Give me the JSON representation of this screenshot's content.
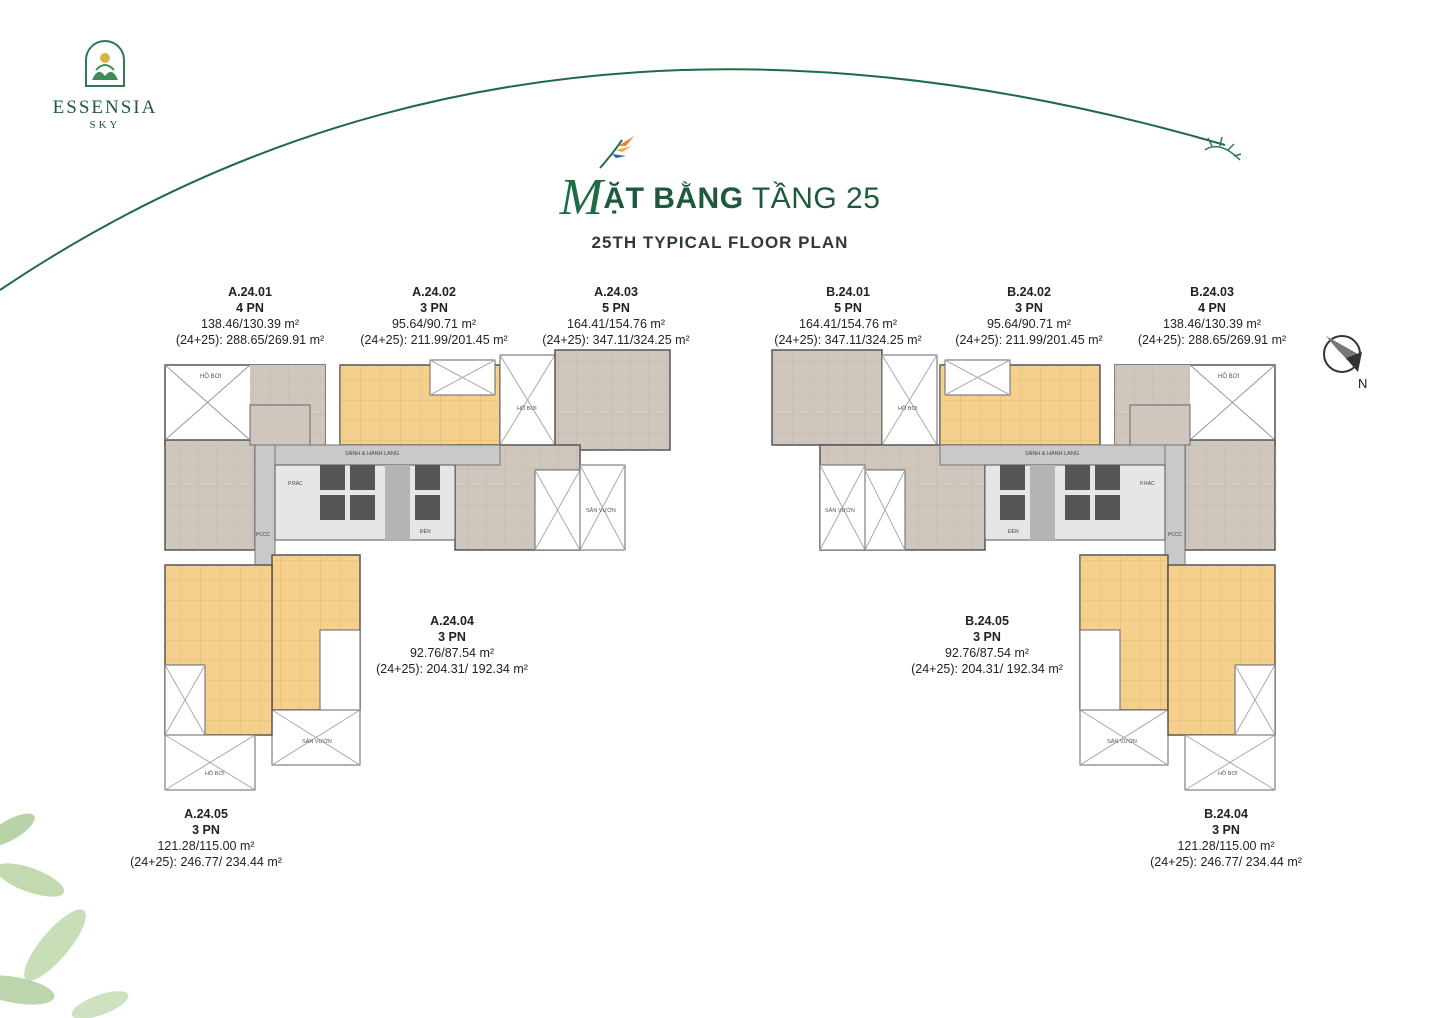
{
  "brand": {
    "name": "ESSENSIA",
    "sub": "SKY"
  },
  "title": {
    "cap": "M",
    "main_bold": "ẶT BẰNG",
    "main_rest": " TẦNG 25",
    "subtitle": "25TH TYPICAL FLOOR PLAN"
  },
  "compass": {
    "label": "N"
  },
  "colors": {
    "brand_green": "#1d5a3c",
    "unit_grey": "#cfc6bd",
    "unit_orange": "#f5cf8c",
    "corridor": "#c9c9c9"
  },
  "plan_labels": {
    "corridor_a": "SẢNH & HÀNH LANG",
    "corridor_b": "SẢNH & HÀNH LANG",
    "garden": "SÂN VƯỜN",
    "pool": "HỒ BƠI",
    "pccc": "PCCC",
    "rac": "P.RÁC",
    "den": "ĐÈN"
  },
  "units": [
    {
      "code": "A.24.01",
      "beds": "4 PN",
      "area": "138.46/130.39 m²",
      "area2": "(24+25): 288.65/269.91 m²"
    },
    {
      "code": "A.24.02",
      "beds": "3 PN",
      "area": "95.64/90.71 m²",
      "area2": "(24+25): 211.99/201.45 m²"
    },
    {
      "code": "A.24.03",
      "beds": "5 PN",
      "area": "164.41/154.76 m²",
      "area2": "(24+25): 347.11/324.25 m²"
    },
    {
      "code": "A.24.04",
      "beds": "3 PN",
      "area": "92.76/87.54 m²",
      "area2": "(24+25): 204.31/ 192.34 m²"
    },
    {
      "code": "A.24.05",
      "beds": "3 PN",
      "area": "121.28/115.00 m²",
      "area2": "(24+25): 246.77/ 234.44 m²"
    },
    {
      "code": "B.24.01",
      "beds": "5 PN",
      "area": "164.41/154.76 m²",
      "area2": "(24+25): 347.11/324.25 m²"
    },
    {
      "code": "B.24.02",
      "beds": "3 PN",
      "area": "95.64/90.71 m²",
      "area2": "(24+25): 211.99/201.45 m²"
    },
    {
      "code": "B.24.03",
      "beds": "4 PN",
      "area": "138.46/130.39 m²",
      "area2": "(24+25): 288.65/269.91 m²"
    },
    {
      "code": "B.24.05",
      "beds": "3 PN",
      "area": "92.76/87.54 m²",
      "area2": "(24+25): 204.31/ 192.34 m²"
    },
    {
      "code": "B.24.04",
      "beds": "3 PN",
      "area": "121.28/115.00 m²",
      "area2": "(24+25): 246.77/ 234.44 m²"
    }
  ]
}
